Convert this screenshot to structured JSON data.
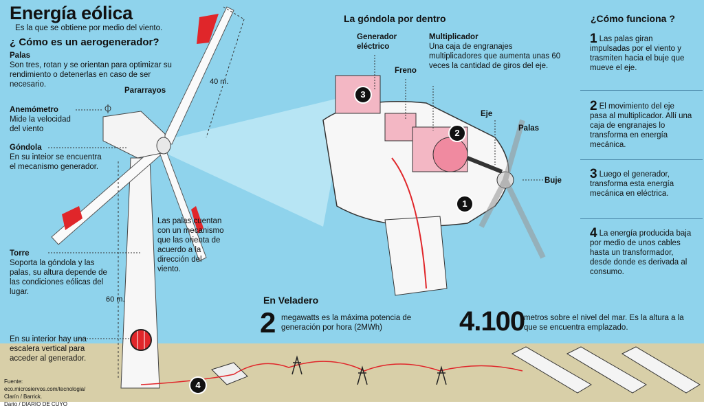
{
  "title": "Energía eólica",
  "subtitle": "Es la que se obtiene por medio del viento.",
  "what_heading": "¿ Cómo es un aerogenerador?",
  "parts": {
    "palas_title": "Palas",
    "palas_text": "Son tres, rotan y se orientan  para optimizar su rendimiento o detenerlas en caso de ser necesario.",
    "pararrayos": "Pararrayos",
    "anemometro_title": "Anemómetro",
    "anemometro_text": "Mide la velocidad del viento",
    "gondola_title": "Góndola",
    "gondola_text": "En su inteior se encuentra el mecanismo generador.",
    "torre_title": "Torre",
    "torre_text": "Soporta la góndola y las palas, su altura depende de las condiciones eólicas del lugar.",
    "interior_text": "En su interior hay una escalera vertical para acceder al generador.",
    "palas_orient": "Las palas cuentan con un mecanismo que las orienta de acuerdo a la dirección del viento.",
    "dim_40": "40 m.",
    "dim_60": "60 m."
  },
  "gondola_inside": {
    "heading": "La góndola por dentro",
    "generador": "Generador eléctrico",
    "freno": "Freno",
    "multiplicador_title": "Multiplicador",
    "multiplicador_text": "Una caja de engranajes multiplicadores que aumenta unas 60 veces la cantidad de giros del eje.",
    "eje": "Eje",
    "palas": "Palas",
    "buje": "Buje"
  },
  "how": {
    "heading": "¿Cómo funciona ?",
    "steps": [
      {
        "n": "1",
        "text": "Las palas giran impulsadas por el viento y trasmiten hacia el buje que mueve el eje."
      },
      {
        "n": "2",
        "text": "El movimiento del eje pasa al multiplicador. Allí una caja  de engranajes lo transforma en energía mecánica."
      },
      {
        "n": "3",
        "text": "Luego el generador, transforma esta energía mecánica en eléctrica."
      },
      {
        "n": "4",
        "text": "La energía producida baja por medio de unos cables hasta un transformador, desde donde es derivada al consumo."
      }
    ]
  },
  "veladero": {
    "heading": "En Veladero",
    "power_value": "2",
    "power_text": "megawatts es la máxima potencia de generación por hora (2MWh)",
    "altitude_value": "4.100",
    "altitude_text": "metros sobre el nivel del mar. Es la altura a la que se encuentra emplazado."
  },
  "source": "Fuente: eco.microsiervos.com/tecnologia/ Clarín / Barrick.",
  "credit": "Dario / DIARIO DE CUYO",
  "markers": [
    "1",
    "2",
    "3",
    "4"
  ],
  "colors": {
    "sky": "#8fd3ec",
    "ground": "#d8cfa8",
    "accent": "#e0262a",
    "nacelle_parts": "#f3b7c4"
  }
}
